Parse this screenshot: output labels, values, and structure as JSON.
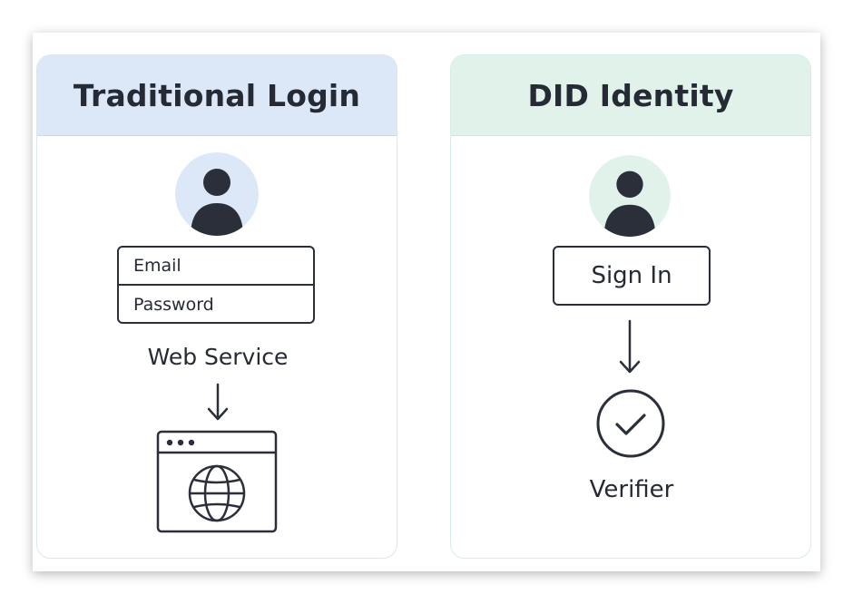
{
  "left_panel": {
    "title": "Traditional Login",
    "header_color": "#dce8f7",
    "avatar_color": "#dce8f7",
    "avatar_icon": "user-icon",
    "form": {
      "email_label": "Email",
      "password_label": "Password"
    },
    "service_label": "Web Service",
    "arrow_icon": "arrow-down-icon",
    "service_icon": "browser-globe-icon"
  },
  "right_panel": {
    "title": "DID Identity",
    "header_color": "#e0f2ea",
    "avatar_color": "#e0f2ea",
    "avatar_icon": "user-icon",
    "signin_label": "Sign In",
    "arrow_icon": "arrow-down-icon",
    "verifier_icon": "check-circle-icon",
    "verifier_label": "Verifier"
  },
  "colors": {
    "ink": "#252a35",
    "blue_header": "#dce8f7",
    "green_header": "#e0f2ea"
  }
}
